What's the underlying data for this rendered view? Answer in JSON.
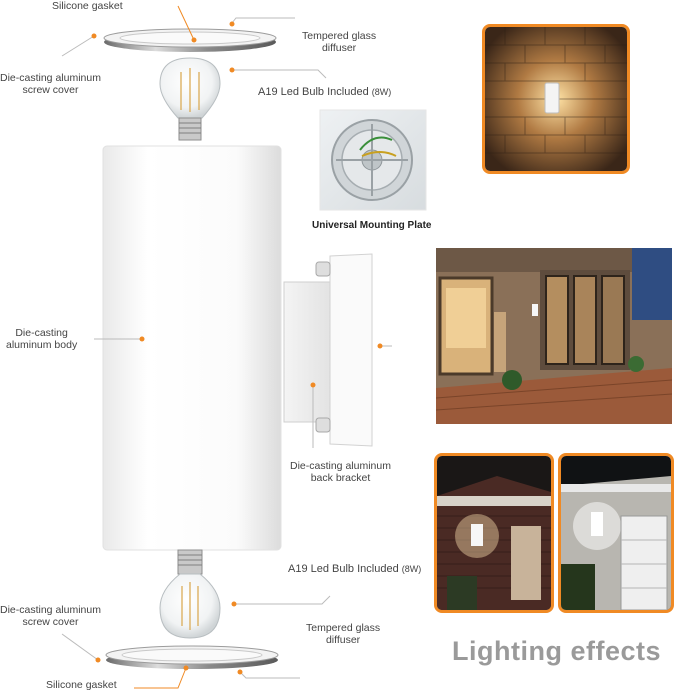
{
  "labels": {
    "silicone_gasket_top": "Silicone gasket",
    "tempered_glass_top_1": "Tempered glass",
    "tempered_glass_top_2": "diffuser",
    "screw_cover_top_1": "Die-casting aluminum",
    "screw_cover_top_2": "screw cover",
    "bulb_top_main": "A19 Led Bulb Included",
    "bulb_top_watt": "(8W)",
    "mounting_plate": "Universal Mounting Plate",
    "body_1": "Die-casting",
    "body_2": "aluminum body",
    "bracket_1": "Die-casting aluminum",
    "bracket_2": "back bracket",
    "bulb_bottom_main": "A19 Led Bulb Included",
    "bulb_bottom_watt": "(8W)",
    "screw_cover_bottom_1": "Die-casting aluminum",
    "screw_cover_bottom_2": "screw cover",
    "tempered_glass_bottom_1": "Tempered glass",
    "tempered_glass_bottom_2": "diffuser",
    "silicone_gasket_bottom": "Silicone gasket"
  },
  "section_title": "Lighting effects",
  "colors": {
    "accent": "#f08a24",
    "title_gray": "#9a9a9a",
    "label_text": "#444444"
  }
}
